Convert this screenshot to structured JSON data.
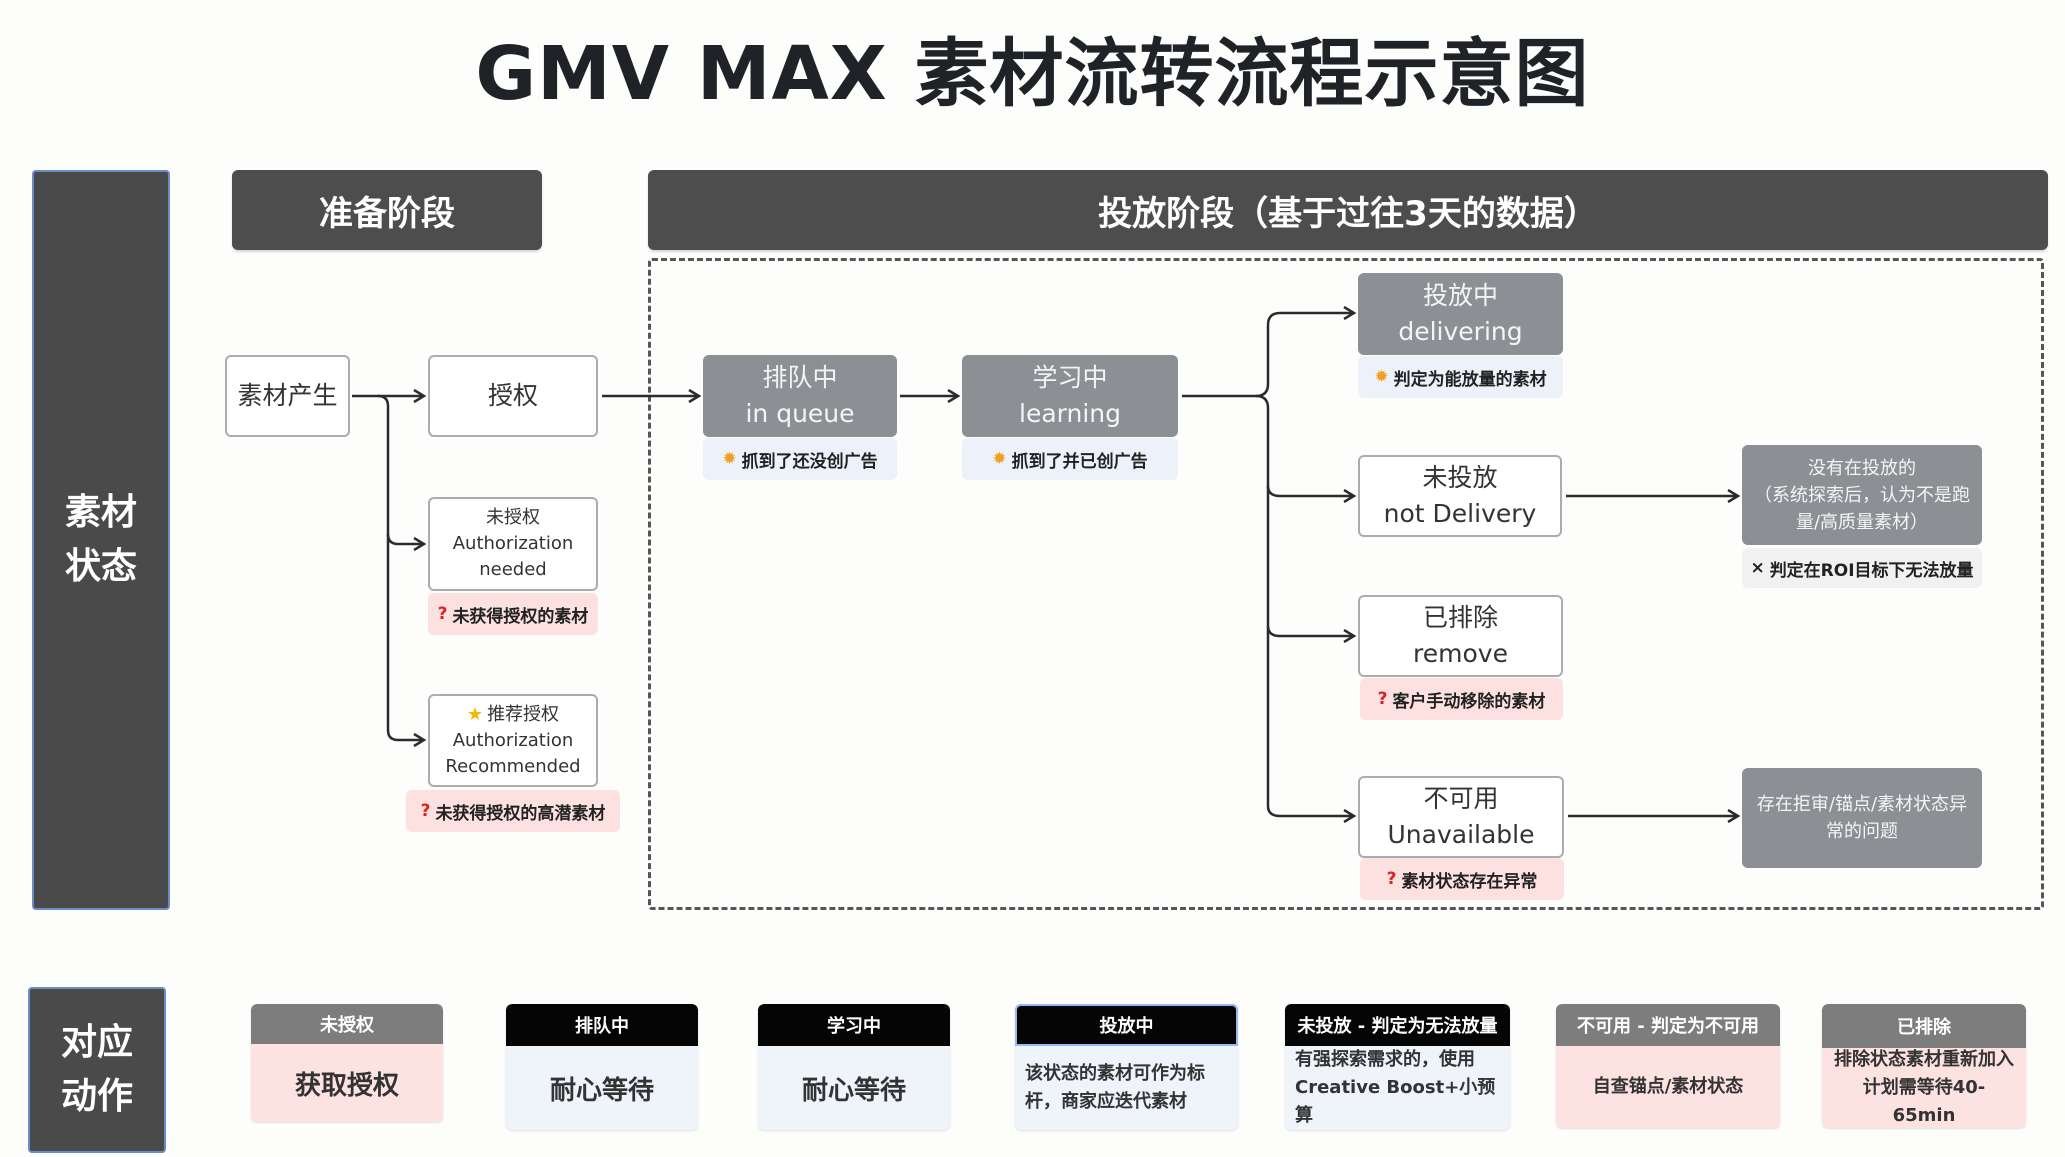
{
  "title": "GMV MAX 素材流转流程示意图",
  "rows": {
    "status_label_line1": "素材",
    "status_label_line2": "状态",
    "action_label_line1": "对应",
    "action_label_line2": "动作"
  },
  "phases": {
    "prep": "准备阶段",
    "delivery": "投放阶段（基于过往3天的数据）"
  },
  "prep_nodes": {
    "material_created": "素材产生",
    "authorized": "授权",
    "auth_needed": {
      "title_cn": "未授权",
      "title_en_1": "Authorization",
      "title_en_2": "needed",
      "note": "未获得授权的素材",
      "note_icon": "question-icon"
    },
    "auth_recommended": {
      "title_cn": "推荐授权",
      "title_icon": "star-icon",
      "title_en_1": "Authorization",
      "title_en_2": "Recommended",
      "note": "未获得授权的高潜素材",
      "note_icon": "question-icon"
    }
  },
  "delivery_nodes": {
    "in_queue": {
      "cn": "排队中",
      "en": "in queue",
      "note": "抓到了还没创广告",
      "note_icon": "bulb-icon"
    },
    "learning": {
      "cn": "学习中",
      "en": "learning",
      "note": "抓到了并已创广告",
      "note_icon": "bulb-icon"
    },
    "delivering": {
      "cn": "投放中",
      "en": "delivering",
      "note": "判定为能放量的素材",
      "note_icon": "bulb-icon"
    },
    "not_delivery": {
      "cn": "未投放",
      "en": "not Delivery"
    },
    "removed": {
      "cn": "已排除",
      "en": "remove",
      "note": "客户手动移除的素材",
      "note_icon": "question-icon"
    },
    "unavailable": {
      "cn": "不可用",
      "en": "Unavailable",
      "note": "素材状态存在异常",
      "note_icon": "question-icon"
    },
    "not_delivering_detail": {
      "line1": "没有在投放的",
      "line2": "（系统探索后，认为不是跑",
      "line3": "量/高质量素材）",
      "note": "判定在ROI目标下无法放量",
      "note_icon": "x-icon"
    },
    "unavailable_detail": {
      "line1": "存在拒审/锚点/素材状态异",
      "line2": "常的问题"
    }
  },
  "actions": [
    {
      "header": "未授权",
      "header_style": "grey",
      "body": "获取授权",
      "body_style": "pink"
    },
    {
      "header": "排队中",
      "header_style": "black",
      "body": "耐心等待",
      "body_style": "blue"
    },
    {
      "header": "学习中",
      "header_style": "black",
      "body": "耐心等待",
      "body_style": "blue"
    },
    {
      "header": "投放中",
      "header_style": "black",
      "body_line1": "该状态的素材可作为标",
      "body_line2": "杆，商家应迭代素材",
      "body_style": "blue"
    },
    {
      "header": "未投放 - 判定为无法放量",
      "header_style": "black",
      "body_line1": "有强探索需求的，使用",
      "body_line2": "Creative Boost+小预算",
      "body_style": "blue"
    },
    {
      "header": "不可用 - 判定为不可用",
      "header_style": "grey",
      "body": "自查锚点/素材状态",
      "body_style": "pink"
    },
    {
      "header": "已排除",
      "header_style": "grey",
      "body_line1": "排除状态素材重新加入",
      "body_line2": "计划需等待40-65min",
      "body_style": "pink"
    }
  ],
  "icons": {
    "question": "?",
    "bulb": "✹",
    "star": "★",
    "x": "×"
  },
  "colors": {
    "dark_header": "#4d4d4d",
    "grey_node": "#8c9095",
    "note_blue": "#edf2fa",
    "note_pink": "#fde1e1",
    "action_black": "#050505",
    "action_grey": "#7d7d7d",
    "question_red": "#e02020"
  }
}
